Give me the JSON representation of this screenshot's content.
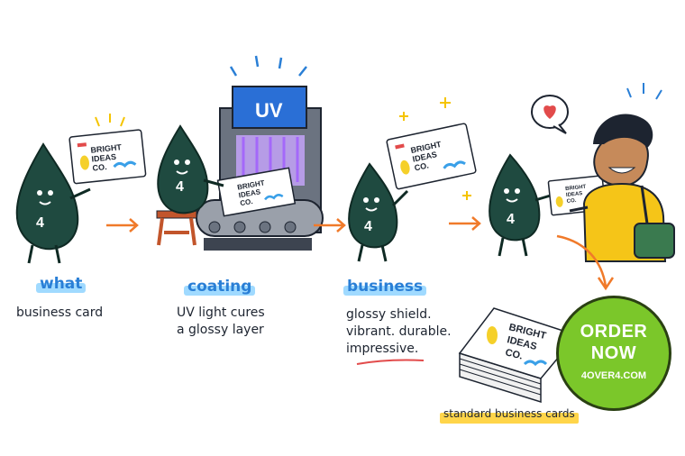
{
  "steps": [
    {
      "tag": "what",
      "caption": [
        "business card"
      ]
    },
    {
      "tag": "coating",
      "caption": [
        "UV light cures",
        "a glossy layer"
      ]
    },
    {
      "tag": "business",
      "caption": [
        "glossy shield.",
        "vibrant. durable.",
        "impressive."
      ]
    }
  ],
  "machine_label": "UV",
  "mascot_number": "4",
  "card_text": [
    "BRIGHT",
    "IDEAS",
    "CO."
  ],
  "cta": {
    "line1": "ORDER",
    "line2": "NOW",
    "url": "4OVER4.COM"
  },
  "product_label": "standard business cards",
  "colors": {
    "accent": "#2a7fd6",
    "mascot": "#1f4a40",
    "arrow": "#f07a2a",
    "cta": "#7bc72a",
    "highlight": "#ffd54a"
  }
}
